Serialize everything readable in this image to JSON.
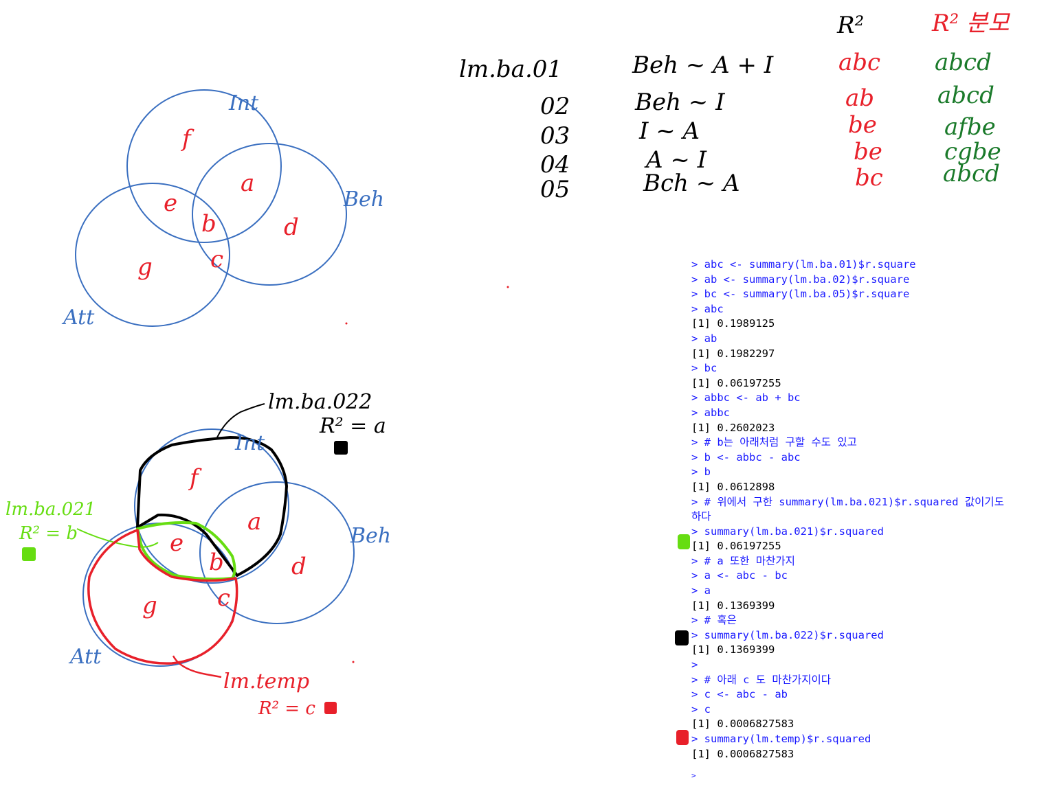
{
  "colors": {
    "blue_ink": "#3a6fc0",
    "red_ink": "#e8202a",
    "green_ink": "#1a7a2a",
    "lime_ink": "#66dd11",
    "black_ink": "#000000",
    "console_input": "#1a1aff"
  },
  "header": {
    "r2": "R²",
    "r2_denominator": "R² 분모"
  },
  "models": [
    {
      "name": "lm.ba.01",
      "formula": "Beh ~ A + I",
      "r2": "abc",
      "denom": "abcd"
    },
    {
      "name": "02",
      "formula": "Beh ~ I",
      "r2": "ab",
      "denom": "abcd"
    },
    {
      "name": "03",
      "formula": "I ~ A",
      "r2": "be",
      "denom": "afbe"
    },
    {
      "name": "04",
      "formula": "A ~ I",
      "r2": "be",
      "denom": "cgbe"
    },
    {
      "name": "05",
      "formula": "Bch ~ A",
      "r2": "bc",
      "denom": "abcd"
    }
  ],
  "venn_top": {
    "circle_labels": {
      "int": "Int",
      "beh": "Beh",
      "att": "Att"
    },
    "regions": {
      "f": "f",
      "a": "a",
      "e": "e",
      "b": "b",
      "d": "d",
      "g": "g",
      "c": "c"
    }
  },
  "venn_bottom": {
    "circle_labels": {
      "int": "Int",
      "beh": "Beh",
      "att": "Att"
    },
    "regions": {
      "f": "f",
      "a": "a",
      "e": "e",
      "b": "b",
      "d": "d",
      "g": "g",
      "c": "c"
    },
    "annotations": {
      "black_model": "lm.ba.022",
      "black_r2": "R² = a",
      "green_model": "lm.ba.021",
      "green_r2": "R² = b",
      "red_model": "lm.temp",
      "red_r2": "R² = c"
    }
  },
  "console": [
    {
      "kind": "in",
      "text": "> abc <- summary(lm.ba.01)$r.square"
    },
    {
      "kind": "in",
      "text": "> ab <- summary(lm.ba.02)$r.square"
    },
    {
      "kind": "in",
      "text": "> bc <- summary(lm.ba.05)$r.square"
    },
    {
      "kind": "in",
      "text": "> abc"
    },
    {
      "kind": "out",
      "text": "[1] 0.1989125"
    },
    {
      "kind": "in",
      "text": "> ab"
    },
    {
      "kind": "out",
      "text": "[1] 0.1982297"
    },
    {
      "kind": "in",
      "text": "> bc"
    },
    {
      "kind": "out",
      "text": "[1] 0.06197255"
    },
    {
      "kind": "in",
      "text": "> abbc <- ab + bc"
    },
    {
      "kind": "in",
      "text": "> abbc"
    },
    {
      "kind": "out",
      "text": "[1] 0.2602023"
    },
    {
      "kind": "in",
      "text": "> # b는 아래처럼 구할 수도 있고"
    },
    {
      "kind": "in",
      "text": "> b <- abbc - abc"
    },
    {
      "kind": "in",
      "text": "> b"
    },
    {
      "kind": "out",
      "text": "[1] 0.0612898"
    },
    {
      "kind": "in",
      "text": "> # 위에서 구한 summary(lm.ba.021)$r.squared 값이기도 하다",
      "wrap": true
    },
    {
      "kind": "in",
      "text": "> summary(lm.ba.021)$r.squared"
    },
    {
      "kind": "out",
      "text": "[1] 0.06197255"
    },
    {
      "kind": "in",
      "text": "> # a 또한 마찬가지"
    },
    {
      "kind": "in",
      "text": "> a <- abc - bc"
    },
    {
      "kind": "in",
      "text": "> a"
    },
    {
      "kind": "out",
      "text": "[1] 0.1369399"
    },
    {
      "kind": "in",
      "text": "> # 혹은"
    },
    {
      "kind": "in",
      "text": "> summary(lm.ba.022)$r.squared"
    },
    {
      "kind": "out",
      "text": "[1] 0.1369399"
    },
    {
      "kind": "in",
      "text": ">"
    },
    {
      "kind": "in",
      "text": "> # 아래 c 도 마찬가지이다"
    },
    {
      "kind": "in",
      "text": "> c <- abc - ab"
    },
    {
      "kind": "in",
      "text": "> c"
    },
    {
      "kind": "out",
      "text": "[1] 0.0006827583"
    },
    {
      "kind": "in",
      "text": "> summary(lm.temp)$r.squared"
    },
    {
      "kind": "out",
      "text": "[1] 0.0006827583"
    },
    {
      "kind": "last",
      "text": ">"
    }
  ]
}
